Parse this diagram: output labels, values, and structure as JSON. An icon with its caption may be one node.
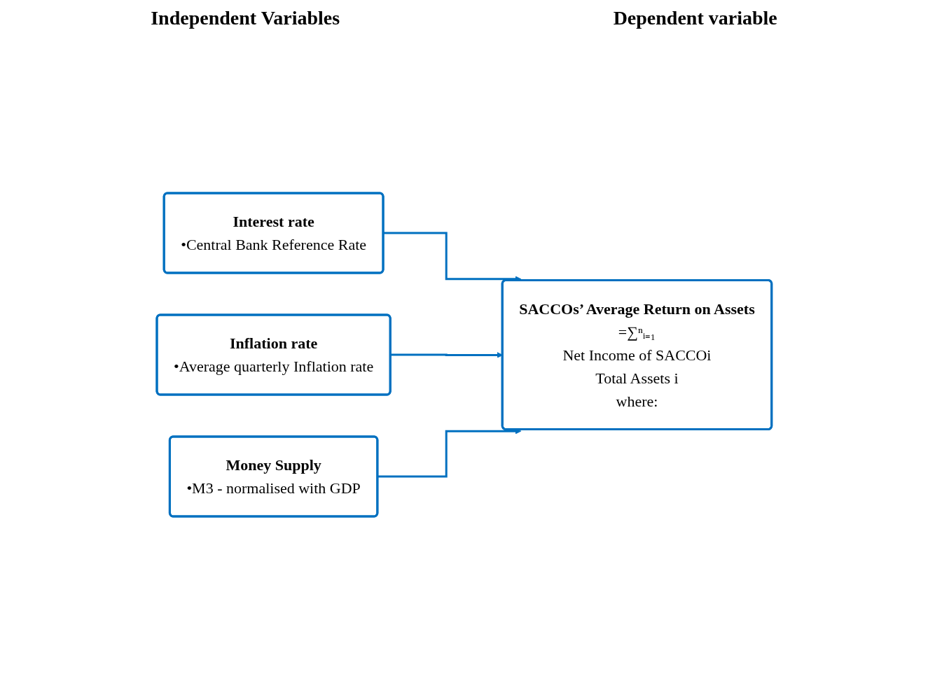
{
  "diagram": {
    "nodes": [
      {
        "text": [
          "Interest rate",
          "•Central Bank Reference Rate"
        ]
      },
      {
        "text": [
          "Inflation rate",
          "•Average quarterly Inflation rate"
        ]
      },
      {
        "text": [
          "Money Supply",
          "•M3 - normalised with GDP"
        ]
      },
      {
        "text": [
          "SACCOs’ Average Return on Assets",
          "=∑ⁿᵢ₌₁",
          "Net Income of SACCOi",
          "Total Assets i",
          "where:"
        ]
      }
    ],
    "edges": [
      {
        "from": 0,
        "to": 3,
        "arrow": "to"
      },
      {
        "from": 1,
        "to": 3,
        "arrow": "to"
      },
      {
        "from": 2,
        "to": 3,
        "arrow": "to"
      }
    ],
    "labels": [
      "Independent Variables",
      "Dependent variable"
    ]
  }
}
